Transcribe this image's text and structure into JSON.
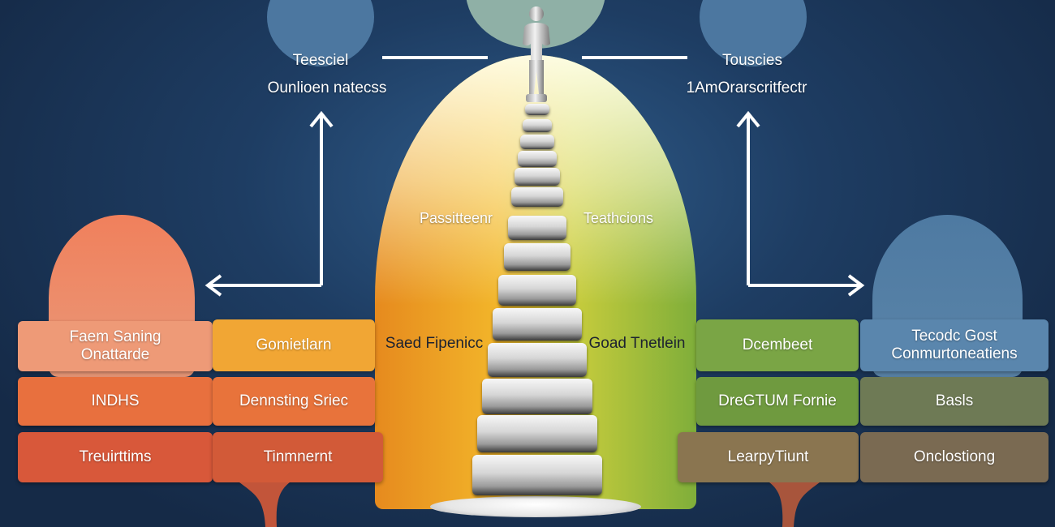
{
  "top_left": {
    "title": "Teesciel",
    "subtitle": "Ounlioen natecss"
  },
  "top_right": {
    "title": "Touscies",
    "subtitle": "1AmOrarscritfectr"
  },
  "center": {
    "left_label": "Passitteenr",
    "right_label": "Teathcions",
    "left_mid": "Saed Fipenicc",
    "right_mid": "Goad Tnetlein"
  },
  "left_table": {
    "blob_text": [
      "Faem Saning",
      "Onattarde"
    ],
    "rows": [
      [
        "INDHS",
        "Dennsting Sriec"
      ],
      [
        "Treuirttims",
        "Tinmnernt"
      ]
    ],
    "top_mid": "Gomietlarn"
  },
  "right_table": {
    "blob_text": [
      "Tecodc Gost",
      "Conmurtoneatiens"
    ],
    "top_mid": "Dcembeet",
    "rows": [
      [
        "DreGTUM Fornie",
        "Basls"
      ],
      [
        "LearpyTiunt",
        "Onclostiong"
      ]
    ]
  },
  "colors": {
    "orange_light": "#f08a63",
    "orange": "#e8703e",
    "red_orange": "#d8583a",
    "yellow": "#f0a830",
    "green": "#7aa545",
    "olive": "#6e7a55",
    "steel_blue": "#4f7899"
  }
}
